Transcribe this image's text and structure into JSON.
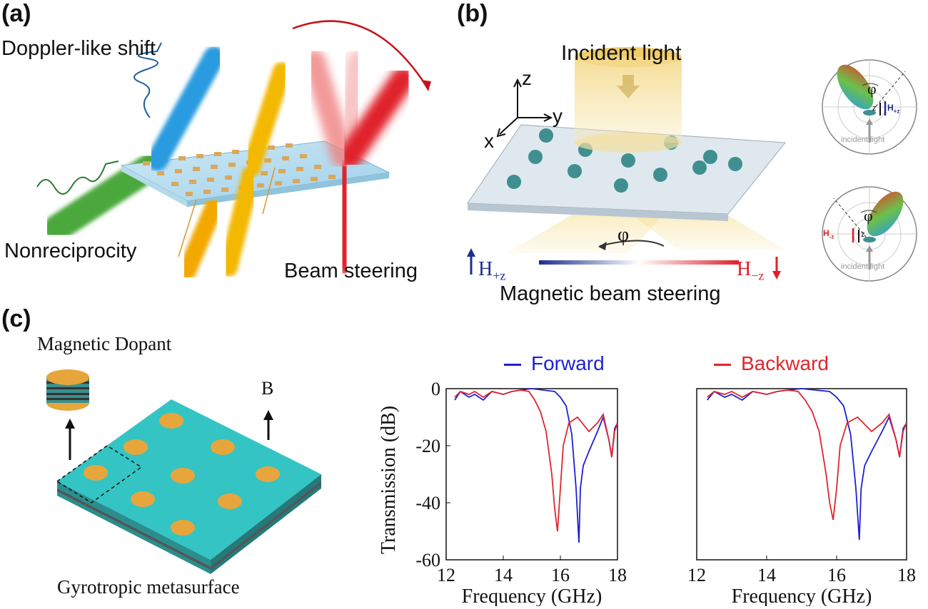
{
  "figure": {
    "panel_a": {
      "label": "(a)",
      "doppler": "Doppler-like shift",
      "nonreciprocity": "Nonreciprocity",
      "beam_steering": "Beam steering"
    },
    "panel_b": {
      "label": "(b)",
      "incident_light": "Incident light",
      "axis_z": "z",
      "axis_y": "y",
      "axis_x": "x",
      "phi": "φ",
      "h_plus": "H",
      "h_plus_sub": "+z",
      "h_minus": "H",
      "h_minus_sub": "−z",
      "magnetic_beam_steering": "Magnetic beam steering",
      "inset_top": {
        "phi": "φ",
        "z": "z",
        "h": "H",
        "h_sub": "+z",
        "incident": "incident light"
      },
      "inset_bottom": {
        "phi": "φ",
        "z": "z",
        "h": "H",
        "h_sub": "-z",
        "incident": "incident light"
      }
    },
    "panel_c": {
      "label": "(c)",
      "magnetic_dopant": "Magnetic Dopant",
      "b_field": "B",
      "gyrotropic": "Gyrotropic metasurface"
    }
  },
  "chart_data": [
    {
      "type": "line",
      "xlabel": "Frequency (GHz)",
      "ylabel": "Transmission (dB)",
      "xlim": [
        12,
        18
      ],
      "ylim": [
        -60,
        0
      ],
      "xticks": [
        "12",
        "14",
        "16",
        "18"
      ],
      "yticks": [
        "0",
        "-20",
        "-40",
        "-60"
      ],
      "legend": "top",
      "series": [
        {
          "name": "Forward",
          "color": "#1f1fd6",
          "x": [
            12.3,
            12.5,
            12.8,
            13.0,
            13.3,
            13.6,
            14.0,
            14.3,
            14.6,
            15.0,
            15.4,
            15.8,
            16.0,
            16.2,
            16.4,
            16.55,
            16.65,
            16.7,
            16.8,
            17.0,
            17.3,
            17.5,
            17.7,
            17.8,
            17.9,
            18.0
          ],
          "y": [
            -4,
            -1,
            -3,
            -2,
            -4,
            -1,
            -2,
            -1,
            -0.5,
            0,
            -0.5,
            -1,
            -3,
            -6,
            -16,
            -35,
            -54,
            -35,
            -27,
            -22,
            -15,
            -10,
            -18,
            -24,
            -14,
            -12
          ]
        },
        {
          "name": "Backward",
          "color": "#e0262e",
          "x": [
            12.3,
            12.5,
            12.8,
            13.0,
            13.3,
            13.6,
            14.0,
            14.3,
            14.6,
            14.9,
            15.1,
            15.3,
            15.5,
            15.7,
            15.8,
            15.9,
            16.0,
            16.1,
            16.3,
            16.6,
            17.0,
            17.3,
            17.5,
            17.7,
            17.8,
            17.9,
            18.0
          ],
          "y": [
            -3,
            -1,
            -2,
            -1,
            -3,
            -1,
            -2,
            -1,
            -0.5,
            -1,
            -4,
            -8,
            -15,
            -30,
            -42,
            -50,
            -35,
            -20,
            -12,
            -10,
            -15,
            -12,
            -9,
            -18,
            -24,
            -15,
            -12
          ]
        }
      ]
    },
    {
      "type": "line",
      "xlabel": "Frequency (GHz)",
      "ylabel": "",
      "xlim": [
        12,
        18
      ],
      "ylim": [
        -60,
        0
      ],
      "xticks": [
        "12",
        "14",
        "16",
        "18"
      ],
      "yticks": [],
      "legend": "top",
      "series": [
        {
          "name": "Forward",
          "color": "#1f1fd6",
          "x": [
            12.3,
            12.5,
            12.8,
            13.0,
            13.3,
            13.6,
            14.0,
            14.3,
            14.6,
            15.0,
            15.4,
            15.8,
            16.0,
            16.2,
            16.4,
            16.55,
            16.65,
            16.7,
            16.8,
            17.0,
            17.3,
            17.5,
            17.7,
            17.8,
            17.9,
            18.0
          ],
          "y": [
            -4,
            -1,
            -3,
            -2,
            -4,
            -1,
            -2,
            -1,
            -0.5,
            0,
            -0.5,
            -1,
            -3,
            -6,
            -16,
            -35,
            -53,
            -35,
            -27,
            -22,
            -15,
            -10,
            -18,
            -24,
            -14,
            -12
          ]
        },
        {
          "name": "Backward",
          "color": "#e0262e",
          "x": [
            12.3,
            12.5,
            12.8,
            13.0,
            13.3,
            13.6,
            14.0,
            14.3,
            14.6,
            14.9,
            15.1,
            15.3,
            15.5,
            15.7,
            15.8,
            15.9,
            16.0,
            16.1,
            16.3,
            16.6,
            17.0,
            17.3,
            17.5,
            17.7,
            17.8,
            17.9,
            18.0
          ],
          "y": [
            -3,
            -1,
            -2,
            -1,
            -3,
            -1,
            -2,
            -1,
            -0.5,
            -1,
            -4,
            -8,
            -15,
            -30,
            -40,
            -46,
            -35,
            -20,
            -12,
            -10,
            -15,
            -12,
            -9,
            -18,
            -24,
            -15,
            -12
          ]
        }
      ]
    }
  ]
}
